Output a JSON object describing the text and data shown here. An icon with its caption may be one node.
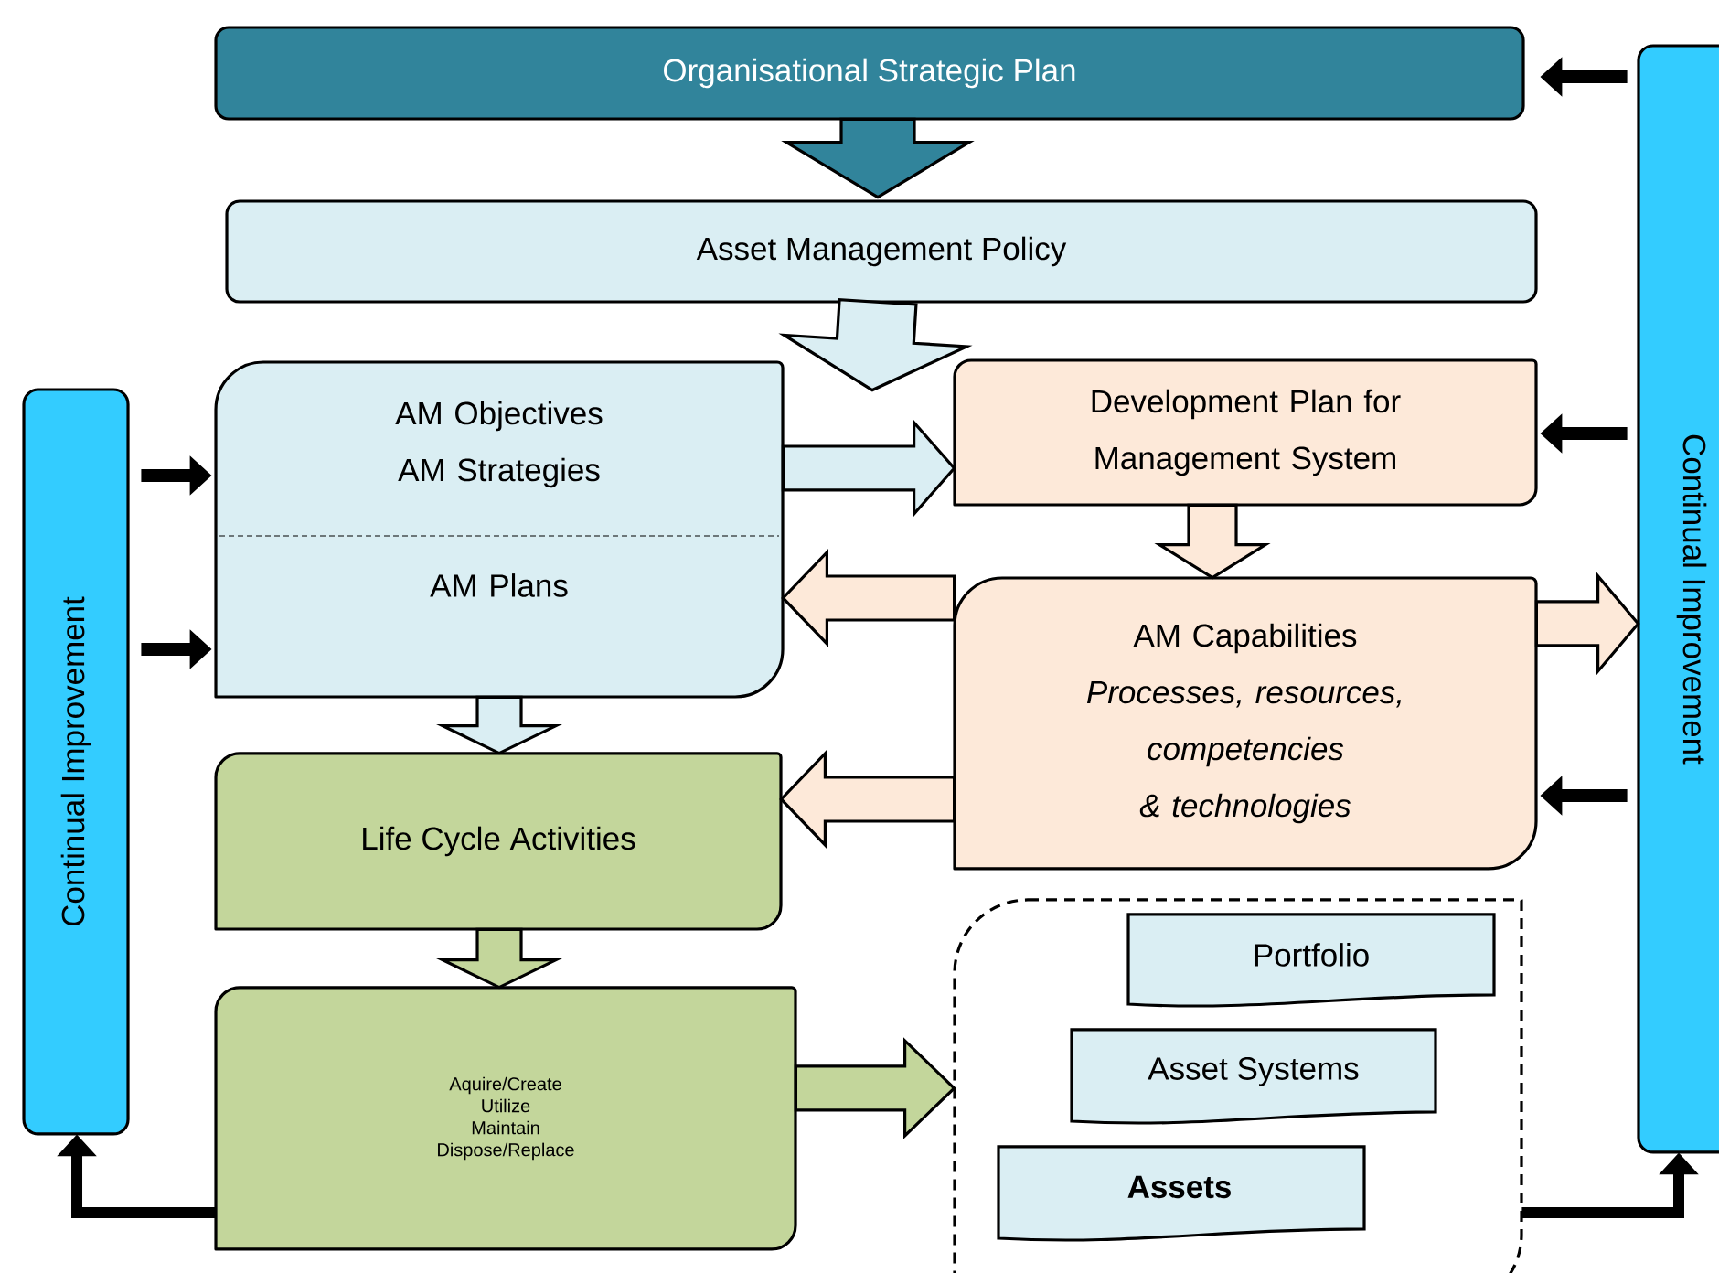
{
  "diagram": {
    "nodes": [
      {
        "text": [
          "Organisational Strategic Plan"
        ]
      },
      {
        "text": [
          "Asset Management Policy"
        ]
      },
      {
        "text": [
          "AM Objectives AM Strategies",
          "AM Plans"
        ]
      },
      {
        "text": [
          "Development Plan for Management System"
        ]
      },
      {
        "text": [
          "AM Capabilities",
          "Processes, resources, competencies & technologies"
        ]
      },
      {
        "text": [
          "Life Cycle Activities"
        ]
      },
      {
        "text": [
          "Aquire/Create Utilize Maintain Dispose/Replace"
        ]
      },
      {
        "text": [],
        "shape": "box"
      },
      {
        "text": [
          "Portfolio"
        ],
        "in": 7
      },
      {
        "text": [
          "Asset Systems"
        ],
        "in": 7
      },
      {
        "text": [
          "Assets"
        ],
        "in": 7
      },
      {
        "text": [
          "Continual Improvement"
        ]
      },
      {
        "text": [
          "Continual Improvement"
        ]
      }
    ],
    "edges": [
      {
        "from": 0,
        "to": 1,
        "arrow": "to",
        "style": "thick",
        "color": "#31849b"
      },
      {
        "from": 1,
        "to": 2,
        "arrow": "to",
        "style": "thick",
        "color": "#daeef3"
      },
      {
        "from": 1,
        "to": 3,
        "arrow": "to",
        "style": "thick",
        "color": "#daeef3"
      },
      {
        "from": 2,
        "to": 3,
        "arrow": "to",
        "style": "thick",
        "color": "#daeef3"
      },
      {
        "from": 3,
        "to": 4,
        "arrow": "to",
        "style": "thick",
        "color": "#fde9d9"
      },
      {
        "from": 4,
        "to": 2,
        "arrow": "to",
        "style": "thick",
        "color": "#fde9d9"
      },
      {
        "from": 4,
        "to": 5,
        "arrow": "to",
        "style": "thick",
        "color": "#fde9d9"
      },
      {
        "from": 2,
        "to": 5,
        "arrow": "to",
        "style": "thick",
        "color": "#daeef3"
      },
      {
        "from": 5,
        "to": 6,
        "arrow": "to",
        "style": "thick",
        "color": "#c3d69b"
      },
      {
        "from": 6,
        "to": 7,
        "arrow": "to",
        "style": "thick",
        "color": "#c3d69b"
      },
      {
        "from": 4,
        "to": 12,
        "arrow": "to",
        "style": "thick",
        "color": "#fde9d9"
      },
      {
        "from": 12,
        "to": 0,
        "arrow": "to"
      },
      {
        "from": 12,
        "to": 3,
        "arrow": "to"
      },
      {
        "from": 12,
        "to": 4,
        "arrow": "to"
      },
      {
        "from": 11,
        "to": 2,
        "arrow": "to"
      },
      {
        "from": 11,
        "to": 2,
        "arrow": "to"
      },
      {
        "from": 6,
        "to": 11,
        "arrow": "to"
      },
      {
        "from": 7,
        "to": 12,
        "arrow": "to"
      }
    ]
  }
}
